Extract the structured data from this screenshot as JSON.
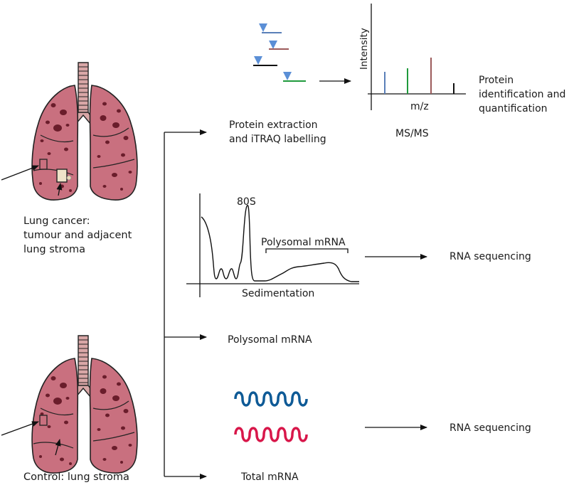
{
  "labels": {
    "lung_cancer": [
      "Lung cancer:",
      "tumour and adjacent",
      "lung stroma"
    ],
    "control": "Control: lung stroma",
    "protein_extraction": [
      "Protein extraction",
      "and iTRAQ labelling"
    ],
    "protein_identification": [
      "Protein",
      "identification and",
      "quantification"
    ],
    "ms_ms": "MS/MS",
    "ms_xlabel": "m/z",
    "ms_ylabel": "Intensity",
    "peak_80s": "80S",
    "polysomal_bracket": "Polysomal mRNA",
    "sedimentation": "Sedimentation",
    "rna_sequencing_1": "RNA sequencing",
    "polysomal_mrna": "Polysomal mRNA",
    "rna_sequencing_2": "RNA sequencing",
    "total_mrna": "Total mRNA"
  },
  "colors": {
    "lung_tissue": "#c9707f",
    "lung_spots": "#6a1d2b",
    "tag_triangle": "#5b8fd6",
    "peak_blue": "#5a7fb8",
    "peak_green": "#1f9a3c",
    "peak_brown": "#9c5a5a",
    "peak_black": "#111111",
    "mrna_blue": "#0e5a96",
    "mrna_red": "#d8174a"
  }
}
